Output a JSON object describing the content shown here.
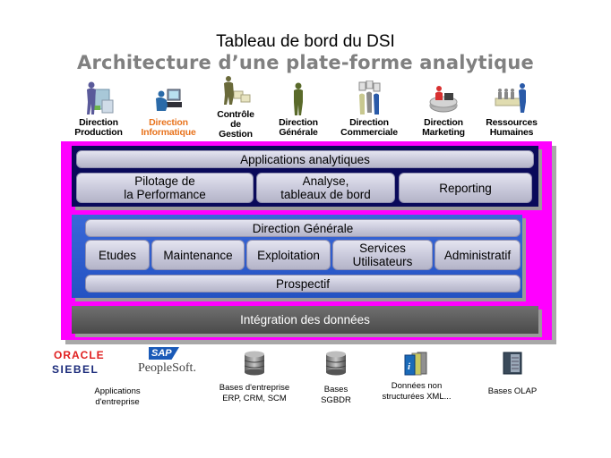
{
  "header": {
    "title": "Tableau de bord du DSI",
    "subtitle": "Architecture d’une plate-forme analytique"
  },
  "roles": [
    {
      "line1": "Direction",
      "line2": "Production",
      "icon": "person-building-icon"
    },
    {
      "line1": "Direction",
      "line2": "Informatique",
      "icon": "person-computer-icon",
      "highlight": true
    },
    {
      "line1": "Contrôle",
      "line2": "de",
      "line3": "Gestion",
      "icon": "person-boxes-icon"
    },
    {
      "line1": "Direction",
      "line2": "Générale",
      "icon": "person-standing-icon"
    },
    {
      "line1": "Direction",
      "line2": "Commerciale",
      "icon": "people-documents-icon"
    },
    {
      "line1": "Direction",
      "line2": "Marketing",
      "icon": "person-desk-icon"
    },
    {
      "line1": "Ressources",
      "line2": "Humaines",
      "icon": "group-people-icon"
    }
  ],
  "colors": {
    "frame": "#ff00ff",
    "dark_panel": "#0a0a5a",
    "blue_panel": "#2d5cd0",
    "integration_panel": "#555555",
    "highlight_text": "#e8731d",
    "subtitle": "#808080"
  },
  "applications": {
    "header": "Applications analytiques",
    "items": [
      {
        "line1": "Pilotage de",
        "line2": "la Performance"
      },
      {
        "line1": "Analyse,",
        "line2": "tableaux de bord"
      },
      {
        "line1": "Reporting"
      }
    ]
  },
  "organisation": {
    "header": "Direction Générale",
    "items": [
      {
        "line1": "Etudes"
      },
      {
        "line1": "Maintenance"
      },
      {
        "line1": "Exploitation"
      },
      {
        "line1": "Services",
        "line2": "Utilisateurs"
      },
      {
        "line1": "Administratif"
      }
    ],
    "footer": "Prospectif"
  },
  "integration": {
    "label": "Intégration des données"
  },
  "sources": [
    {
      "line1": "Applications",
      "line2": "d'entreprise",
      "logos": [
        "ORACLE",
        "SAP",
        "SIEBEL",
        "PeopleSoft."
      ]
    },
    {
      "line1": "Bases d'entreprise",
      "line2": "ERP, CRM, SCM",
      "icon": "database-icon"
    },
    {
      "line1": "Bases",
      "line2": "SGBDR",
      "icon": "database-icon"
    },
    {
      "line1": "Données non",
      "line2": "structurées XML...",
      "icon": "documents-icon"
    },
    {
      "line1": "Bases OLAP",
      "icon": "server-icon"
    }
  ]
}
